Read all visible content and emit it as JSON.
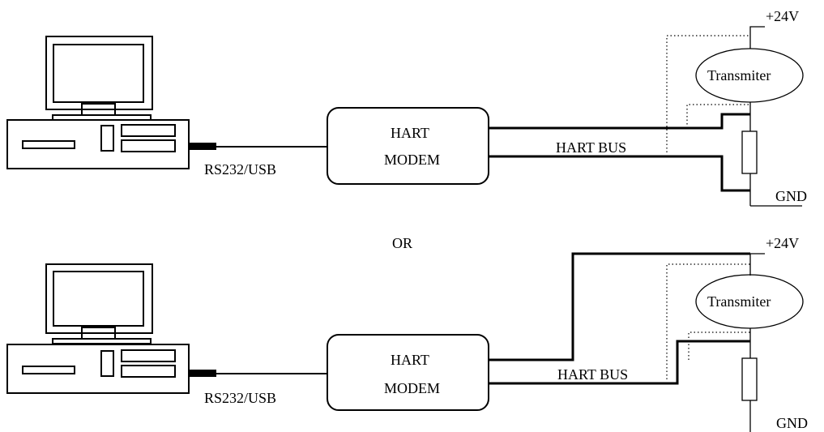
{
  "labels": {
    "or": "OR"
  },
  "diagrams": [
    {
      "id": "top",
      "cable_label": "RS232/USB",
      "modem_line1": "HART",
      "modem_line2": "MODEM",
      "bus_label": "HART BUS",
      "supply_label": "+24V",
      "ground_label": "GND",
      "transmitter_label": "Transmiter"
    },
    {
      "id": "bottom",
      "cable_label": "RS232/USB",
      "modem_line1": "HART",
      "modem_line2": "MODEM",
      "bus_label": "HART BUS",
      "supply_label": "+24V",
      "ground_label": "GND",
      "transmitter_label": "Transmiter"
    }
  ]
}
